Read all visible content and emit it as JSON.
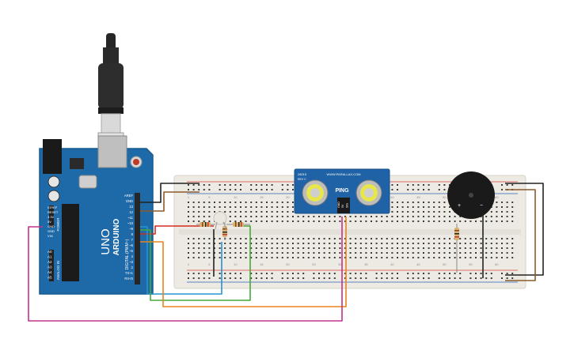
{
  "arduino": {
    "brand": "ARDUINO",
    "model": "UNO",
    "digital_label": "DIGITAL (PWM~)",
    "power_label": "POWER",
    "analog_label": "ANALOG IN",
    "digital_pins": [
      "AREF",
      "GND",
      "13",
      "12",
      "~11",
      "~10",
      "~9",
      "8",
      "7",
      "~6",
      "~5",
      "4",
      "~3",
      "2",
      "TX>1",
      "RX<0"
    ],
    "power_pins": [
      "IOREF",
      "RESET",
      "3.3V",
      "5V",
      "GND",
      "GND",
      "VIN"
    ],
    "analog_pins": [
      "A0",
      "A1",
      "A2",
      "A3",
      "A4",
      "A5"
    ]
  },
  "sensor": {
    "brand": "WWW.PARALLAX.COM",
    "name": "PING",
    "model_code": "28015",
    "rev": "REV C",
    "pins": [
      "GND",
      "5V",
      "SIG"
    ]
  },
  "buzzer": {
    "plus": "+",
    "minus": "−"
  },
  "breadboard": {
    "col_numbers": [
      "1",
      "5",
      "10",
      "15",
      "20",
      "25",
      "30",
      "35",
      "40",
      "45",
      "50",
      "55",
      "60"
    ]
  },
  "colors": {
    "board": "#1e6aa8",
    "board_edge": "#175a91",
    "breadboard": "#eceae3",
    "rail_red": "#d9433c",
    "rail_blue": "#2f63b8",
    "wire_red": "#d42b1f",
    "wire_blue": "#2693d4",
    "wire_green": "#47a83a",
    "wire_orange": "#e8831f",
    "wire_magenta": "#c0338a",
    "wire_brown": "#8b5a2b",
    "wire_black": "#222222",
    "sensor_board": "#1f62a5",
    "buzzer": "#1a1a1a"
  }
}
